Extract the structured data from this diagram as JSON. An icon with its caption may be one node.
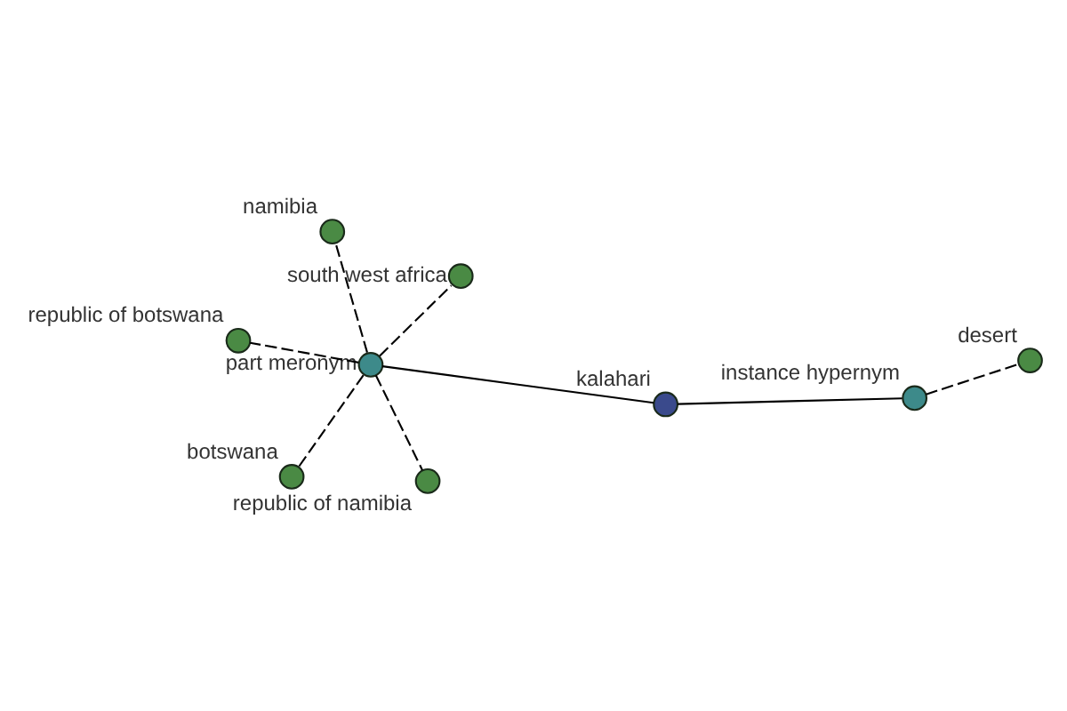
{
  "diagram": {
    "nodes": [
      {
        "text": [
          "desert"
        ]
      },
      {
        "text": [
          "instance hypernym"
        ]
      },
      {
        "text": [
          "kalahari"
        ]
      },
      {
        "text": [
          "botswana"
        ]
      },
      {
        "text": [
          "part meronym"
        ]
      },
      {
        "text": [
          "republic of namibia"
        ]
      },
      {
        "text": [
          "south west africa"
        ]
      },
      {
        "text": [
          "namibia"
        ]
      },
      {
        "text": [
          "republic of botswana"
        ]
      }
    ],
    "edges": [
      {
        "from": 2,
        "to": 1,
        "arrow": "none"
      },
      {
        "from": 1,
        "to": 0,
        "arrow": "none",
        "style": "dashed"
      },
      {
        "from": 2,
        "to": 4,
        "arrow": "none"
      },
      {
        "from": 4,
        "to": 3,
        "arrow": "none",
        "style": "dashed"
      },
      {
        "from": 4,
        "to": 5,
        "arrow": "none",
        "style": "dashed"
      },
      {
        "from": 4,
        "to": 6,
        "arrow": "none",
        "style": "dashed"
      },
      {
        "from": 4,
        "to": 7,
        "arrow": "none",
        "style": "dashed"
      },
      {
        "from": 4,
        "to": 8,
        "arrow": "none",
        "style": "dashed"
      }
    ]
  }
}
